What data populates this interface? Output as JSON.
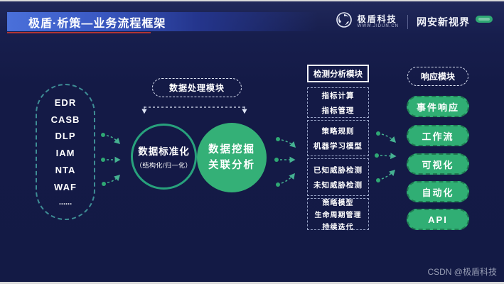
{
  "header": {
    "title": "极盾·析策—业务流程框架",
    "logo": {
      "name": "极盾科技",
      "site": "WWW.JIDUN.CN"
    },
    "partner": "网安新视界"
  },
  "diagram": {
    "sources": {
      "items": [
        "EDR",
        "CASB",
        "DLP",
        "IAM",
        "NTA",
        "WAF",
        "......"
      ]
    },
    "processing": {
      "label": "数据处理模块",
      "circle1": {
        "title": "数据标准化",
        "subtitle": "（结构化/归一化）"
      },
      "circle2": {
        "line1": "数据挖掘",
        "line2": "关联分析"
      }
    },
    "detection": {
      "label": "检测分析模块",
      "boxes": [
        {
          "lines": [
            "指标计算",
            "指标管理"
          ]
        },
        {
          "lines": [
            "策略规则",
            "机器学习模型"
          ]
        },
        {
          "lines": [
            "已知威胁检测",
            "未知威胁检测"
          ]
        },
        {
          "lines": [
            "策略模型",
            "生命周期管理",
            "持续迭代"
          ]
        }
      ]
    },
    "response": {
      "label": "响应模块",
      "buttons": [
        "事件响应",
        "工作流",
        "可视化",
        "自动化",
        "API"
      ]
    }
  },
  "watermark": "CSDN @极盾科技",
  "colors": {
    "background": "#141a46",
    "title_bar_blue": "#4a70da",
    "red_accent": "#b23434",
    "accent_green": "#34b077",
    "teal_border": "#3e8d95",
    "arrow_green": "#45b191"
  }
}
